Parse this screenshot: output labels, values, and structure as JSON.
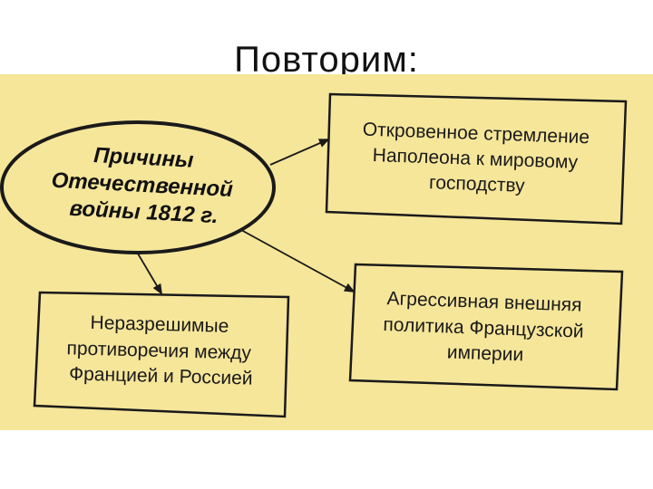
{
  "slide": {
    "title": "Повторим:"
  },
  "diagram": {
    "center": {
      "lines": [
        "Причины",
        "Отечественной",
        "войны 1812 г."
      ]
    },
    "boxes": [
      {
        "id": "top-right",
        "lines": [
          "Откровенное стремление",
          "Наполеона к мировому",
          "господству"
        ]
      },
      {
        "id": "mid-right",
        "lines": [
          "Агрессивная внешняя",
          "политика Французской",
          "империи"
        ]
      },
      {
        "id": "bottom-left",
        "lines": [
          "Неразрешимые",
          "противоречия между",
          "Францией и Россией"
        ]
      }
    ],
    "colors": {
      "background": "#f6e69a",
      "stroke": "#1a1a1a"
    }
  }
}
